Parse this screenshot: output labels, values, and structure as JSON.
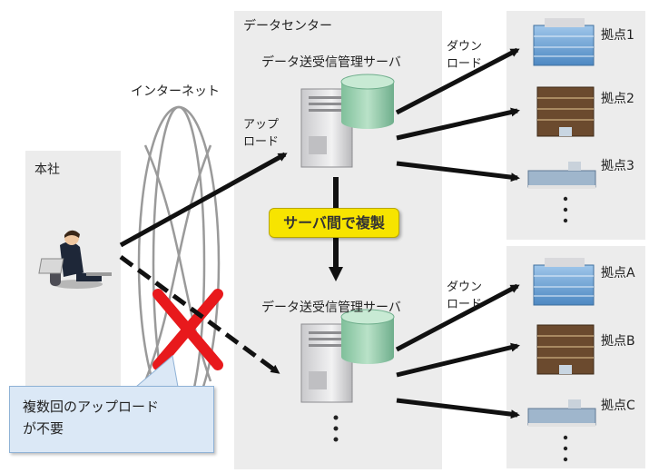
{
  "hq": {
    "label": "本社"
  },
  "internet": {
    "label": "インターネット"
  },
  "datacenter": {
    "label": "データセンター",
    "server_label_top": "データ送受信管理サーバ",
    "server_label_bottom": "データ送受信管理サーバ",
    "upload_label_line1": "アップ",
    "upload_label_line2": "ロード",
    "replicate_label": "サーバ間で複製",
    "download_top_line1": "ダウン",
    "download_top_line2": "ロード",
    "download_bottom_line1": "ダウン",
    "download_bottom_line2": "ロード"
  },
  "branches_top": [
    "拠点1",
    "拠点2",
    "拠点3"
  ],
  "branches_bottom": [
    "拠点A",
    "拠点B",
    "拠点C"
  ],
  "callout": {
    "line1": "複数回のアップロード",
    "line2": "が不要"
  },
  "colors": {
    "panel": "#ececec",
    "arrow": "#111111",
    "cross": "#e8191c",
    "callout_bg": "#dbe8f6",
    "label_bg": "#f7e400"
  }
}
